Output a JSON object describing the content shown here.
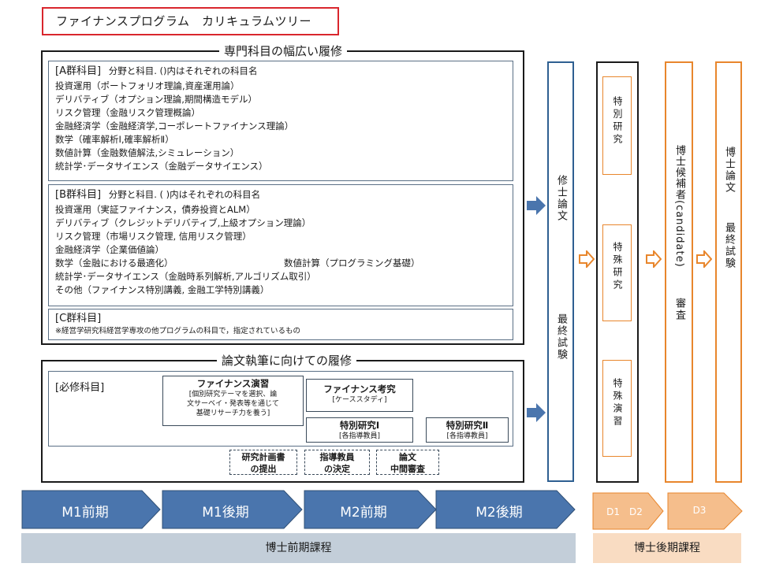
{
  "title": "ファイナンスプログラム　カリキュラムツリー",
  "broad": {
    "title": "専門科目の幅広い履修",
    "a": {
      "head": "[A群科目]",
      "note": "分野と科目. ()内はそれぞれの科目名",
      "lines": [
        "投資運用（ポートフォリオ理論,資産運用論）",
        "デリバティブ（オプション理論,期間構造モデル）",
        "リスク管理（金融リスク管理概論）",
        "金融経済学（金融経済学,コーポレートファイナンス理論）",
        "数学（確率解析Ⅰ,確率解析Ⅱ）",
        "数値計算（金融数値解法,シミュレーション）",
        "統計学･データサイエンス（金融データサイエンス）"
      ]
    },
    "b": {
      "head": "[B群科目]",
      "note": "分野と科目. ( )内はそれぞれの科目名",
      "lines": [
        "投資運用（実証ファイナンス，債券投資とALM）",
        "デリバティブ（クレジットデリバティブ,上級オプション理論）",
        "リスク管理（市場リスク管理, 信用リスク管理）",
        "金融経済学（企業価値論）"
      ],
      "line5_left": "数学（金融における最適化）",
      "line5_right": "数値計算（プログラミング基礎）",
      "line6": "統計学･データサイエンス（金融時系列解析,アルゴリズム取引）",
      "line7": "その他（ファイナンス特別講義, 金融工学特別講義）"
    },
    "c": {
      "head": "[C群科目]",
      "note": "※経営学研究科経営学専攻の他プログラムの科目で，指定されているもの"
    }
  },
  "thesis": {
    "title": "論文執筆に向けての履修",
    "required_head": "[必修科目]",
    "enshu_title": "ファイナンス演習",
    "enshu_desc": [
      "[個別研究テーマを選択、論",
      "文サーベイ・発表等を通じて",
      "基礎リサーチ力を養う]"
    ],
    "kosatsu_title": "ファイナンス考究",
    "kosatsu_sub": "[ケーススタディ]",
    "tokken1_title": "特別研究Ⅰ",
    "tokken1_sub": "[各指導教員]",
    "tokken2_title": "特別研究Ⅱ",
    "tokken2_sub": "[各指導教員]",
    "milestones": [
      [
        "研究計画書",
        "の提出"
      ],
      [
        "指導教員",
        "の決定"
      ],
      [
        "論文",
        "中間審査"
      ]
    ]
  },
  "master_col": {
    "top": "修士論文",
    "bottom": "最終試験"
  },
  "doctor_boxes": [
    "特別研究",
    "特殊研究",
    "特殊演習"
  ],
  "candidate_col": {
    "top": "博士候補者(candidate)",
    "bottom": "審査"
  },
  "final_col": {
    "top": "博士論文",
    "bottom": "最終試験"
  },
  "timeline": {
    "terms": [
      "M1前期",
      "M1後期",
      "M2前期",
      "M2後期"
    ],
    "d_terms": [
      "D1　D2",
      "D3"
    ],
    "master_label": "博士前期課程",
    "doctor_label": "博士後期課程"
  },
  "colors": {
    "blue_arrow": "#4a75ad",
    "orange": "#e8862c",
    "light_orange": "#f5be8c",
    "band_blue": "#c3ced9",
    "band_orange": "#f9dcc2",
    "title_red": "#d9262d"
  }
}
